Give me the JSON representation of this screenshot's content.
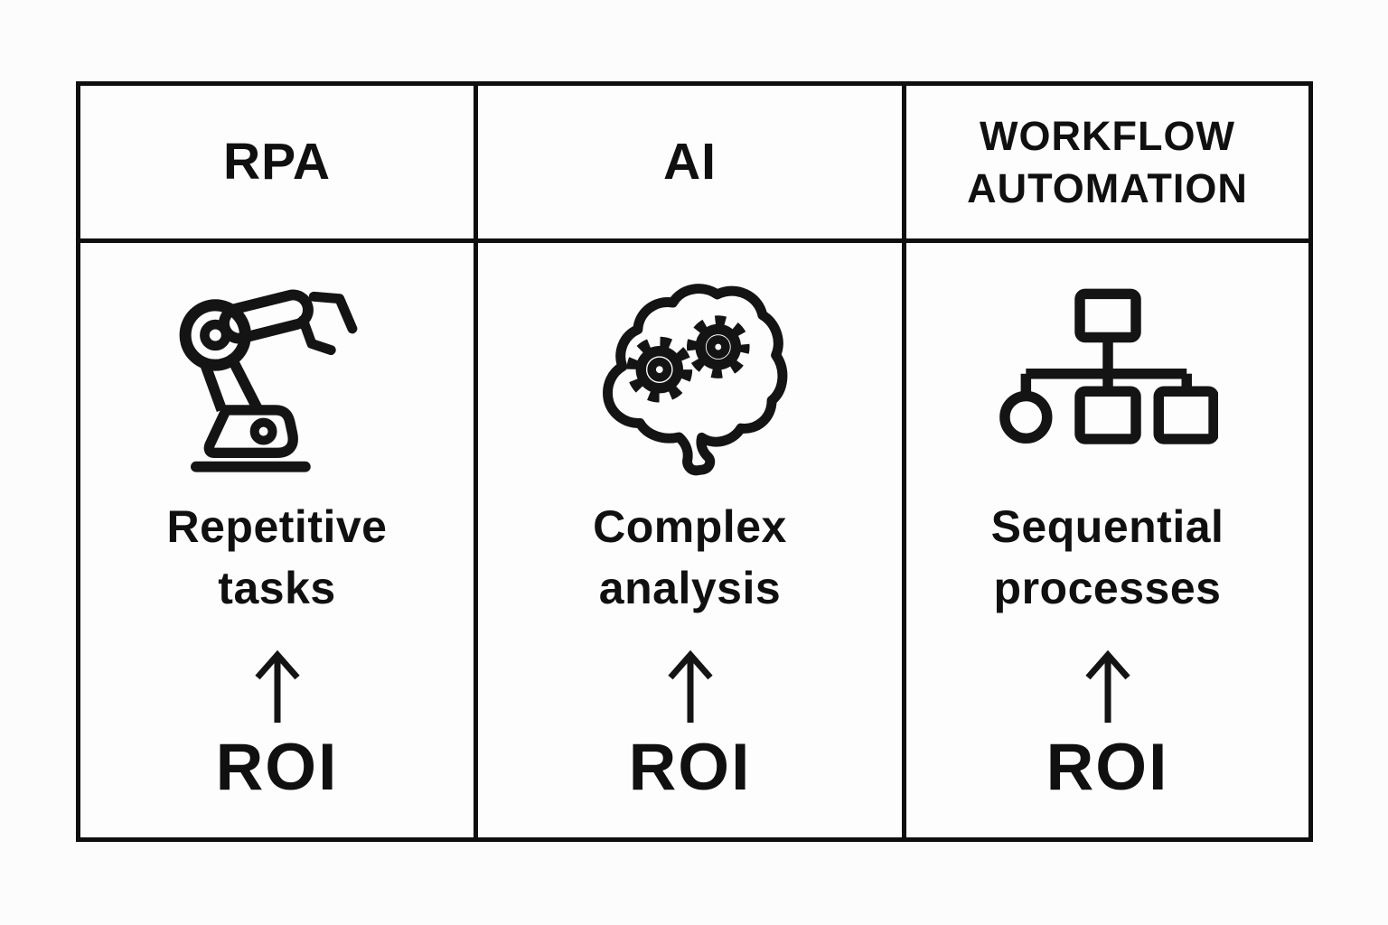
{
  "colors": {
    "ink": "#0f0f0f",
    "background": "#fcfcfc"
  },
  "table": {
    "columns": [
      {
        "header_lines": [
          "RPA"
        ],
        "icon": "robot-arm-icon",
        "label_lines": [
          "Repetitive",
          "tasks"
        ],
        "arrow_icon": "up-arrow-icon",
        "roi_label": "ROI"
      },
      {
        "header_lines": [
          "AI"
        ],
        "icon": "brain-gears-icon",
        "label_lines": [
          "Complex",
          "analysis"
        ],
        "arrow_icon": "up-arrow-icon",
        "roi_label": "ROI"
      },
      {
        "header_lines": [
          "WORKFLOW",
          "AUTOMATION"
        ],
        "icon": "flowchart-icon",
        "label_lines": [
          "Sequential",
          "processes"
        ],
        "arrow_icon": "up-arrow-icon",
        "roi_label": "ROI"
      }
    ]
  }
}
